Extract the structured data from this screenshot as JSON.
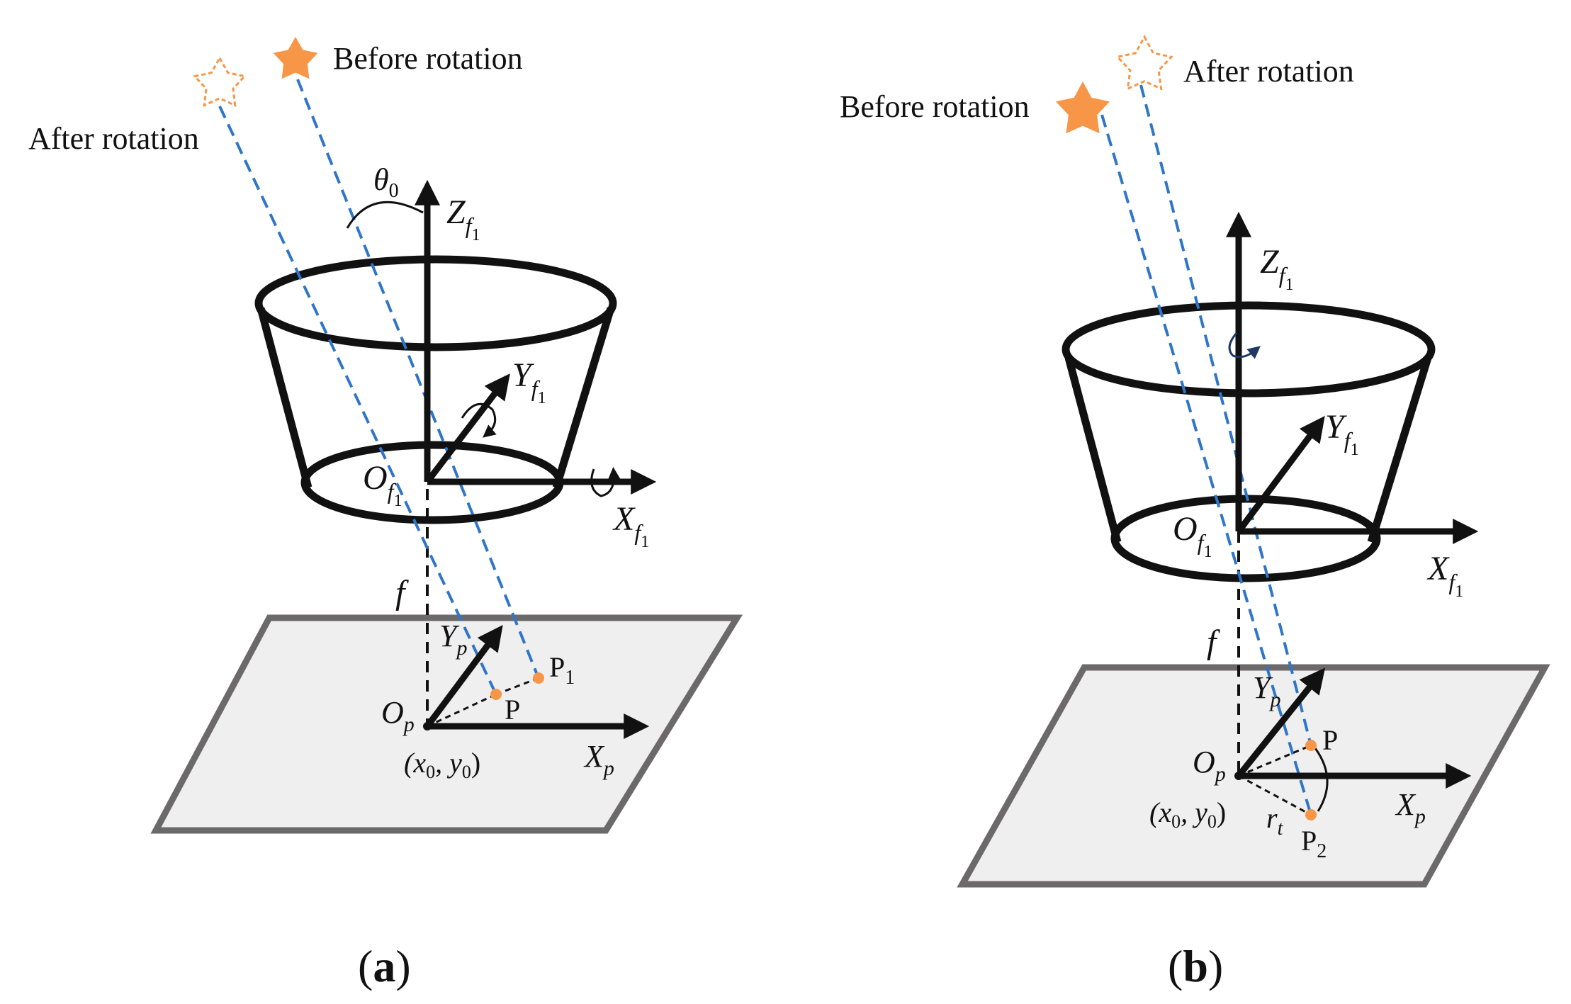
{
  "colors": {
    "star": "#f79646",
    "ray": "#2f75c8",
    "stroke": "#111111",
    "plane_fill": "#efefef",
    "plane_edge": "#6b6969",
    "point": "#f79646",
    "rot_arrow": "#1f3864"
  },
  "panel_a": {
    "caption": "(a)",
    "before_rotation": "Before rotation",
    "after_rotation": "After rotation",
    "theta_label": "θ",
    "theta_sub": "0",
    "z_axis": "Z",
    "y_axis": "Y",
    "x_axis": "X",
    "origin_f": "O",
    "frame_sub": "f",
    "frame_subsub": "1",
    "focal": "f",
    "plane_y": "Y",
    "plane_x": "X",
    "plane_o": "O",
    "plane_sub": "p",
    "point_p": "P",
    "point_p1": "P",
    "point_p1_sub": "1",
    "coord_open": "(x",
    "coord_x_sub": "0",
    "coord_mid": ", y",
    "coord_y_sub": "0",
    "coord_close": ")"
  },
  "panel_b": {
    "caption": "(b)",
    "before_rotation": "Before rotation",
    "after_rotation": "After rotation",
    "z_axis": "Z",
    "y_axis": "Y",
    "x_axis": "X",
    "origin_f": "O",
    "frame_sub": "f",
    "frame_subsub": "1",
    "focal": "f",
    "plane_y": "Y",
    "plane_x": "X",
    "plane_o": "O",
    "plane_sub": "p",
    "point_p": "P",
    "point_p2": "P",
    "point_p2_sub": "2",
    "radius": "r",
    "radius_sub": "t",
    "coord_open": "(x",
    "coord_x_sub": "0",
    "coord_mid": ", y",
    "coord_y_sub": "0",
    "coord_close": ")"
  }
}
